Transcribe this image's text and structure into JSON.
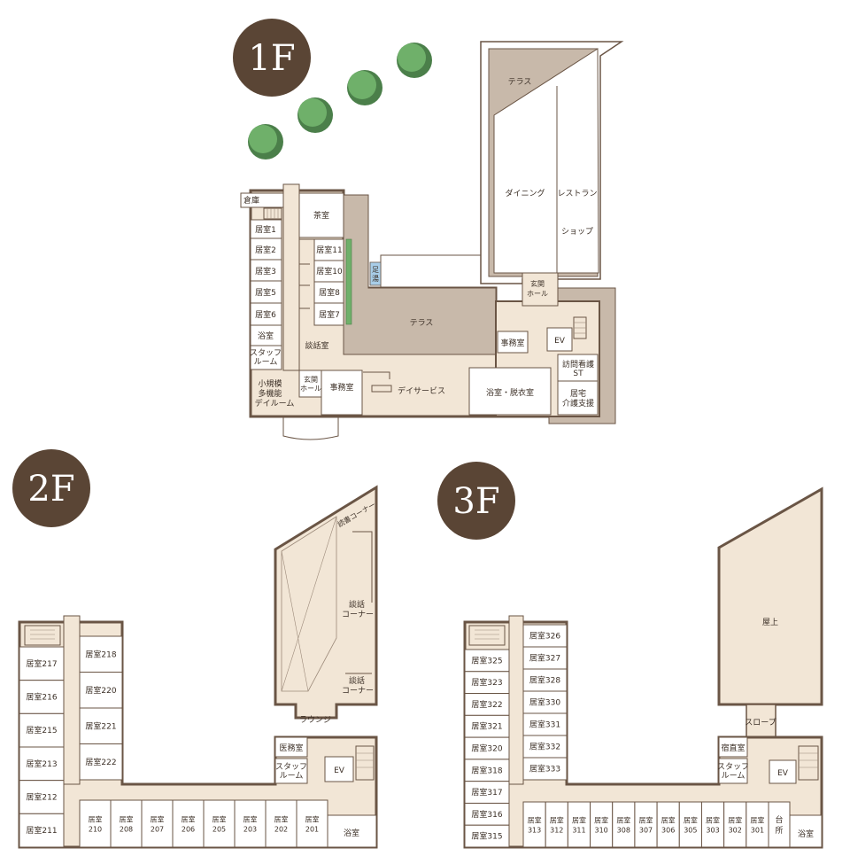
{
  "floors": {
    "f1": {
      "badge": "1F",
      "labels": {
        "terrace_top": "テラス",
        "dining": "ダイニング",
        "restaurant": "レストラン",
        "shop": "ショップ",
        "storage": "倉庫",
        "tea_room": "茶室",
        "room1": "居室1",
        "room2": "居室2",
        "room3": "居室3",
        "room5": "居室5",
        "room6": "居室6",
        "bath": "浴室",
        "staff_room_1": "スタッフ",
        "staff_room_2": "ルーム",
        "room11": "居室11",
        "room10": "居室10",
        "room8": "居室8",
        "room7": "居室7",
        "foot_bath_1": "足",
        "foot_bath_2": "湯",
        "lounge": "談話室",
        "terrace_mid": "テラス",
        "entrance_hall_1": "玄関",
        "entrance_hall_2": "ホール",
        "office_right": "事務室",
        "ev": "EV",
        "visit_nursing_1": "訪問看護",
        "visit_nursing_2": "ST",
        "small_multi_1": "小規模",
        "small_multi_2": "多機能",
        "small_multi_3": "デイルーム",
        "entrance_small_1": "玄関",
        "entrance_small_2": "ホール",
        "office_left": "事務室",
        "day_service": "デイサービス",
        "bath_dressing": "浴室・脱衣室",
        "home_care_1": "居宅",
        "home_care_2": "介護支援"
      }
    },
    "f2": {
      "badge": "2F",
      "labels": {
        "reading_corner": "読書コーナー",
        "talk_corner_a_1": "談話",
        "talk_corner_a_2": "コーナー",
        "talk_corner_b_1": "談話",
        "talk_corner_b_2": "コーナー",
        "lounge": "ラウンジ",
        "medical_office": "医務室",
        "staff_room_1": "スタッフ",
        "staff_room_2": "ルーム",
        "ev": "EV",
        "bath": "浴室"
      },
      "left_rooms": [
        "居室217",
        "居室216",
        "居室215",
        "居室213",
        "居室212",
        "居室211"
      ],
      "inner_rooms": [
        "居室218",
        "居室220",
        "居室221",
        "居室222"
      ],
      "bottom_rooms": [
        [
          "居室",
          "210"
        ],
        [
          "居室",
          "208"
        ],
        [
          "居室",
          "207"
        ],
        [
          "居室",
          "206"
        ],
        [
          "居室",
          "205"
        ],
        [
          "居室",
          "203"
        ],
        [
          "居室",
          "202"
        ],
        [
          "居室",
          "201"
        ]
      ]
    },
    "f3": {
      "badge": "3F",
      "labels": {
        "rooftop": "屋上",
        "slope": "スロープ",
        "night_duty": "宿直室",
        "staff_room_1": "スタッフ",
        "staff_room_2": "ルーム",
        "ev": "EV",
        "kitchen_1": "台",
        "kitchen_2": "所",
        "bath": "浴室"
      },
      "left_rooms": [
        "居室325",
        "居室323",
        "居室322",
        "居室321",
        "居室320",
        "居室318",
        "居室317",
        "居室316",
        "居室315"
      ],
      "inner_rooms": [
        "居室326",
        "居室327",
        "居室328",
        "居室330",
        "居室331",
        "居室332",
        "居室333"
      ],
      "bottom_rooms": [
        [
          "居室",
          "313"
        ],
        [
          "居室",
          "312"
        ],
        [
          "居室",
          "311"
        ],
        [
          "居室",
          "310"
        ],
        [
          "居室",
          "308"
        ],
        [
          "居室",
          "307"
        ],
        [
          "居室",
          "306"
        ],
        [
          "居室",
          "305"
        ],
        [
          "居室",
          "303"
        ],
        [
          "居室",
          "302"
        ],
        [
          "居室",
          "301"
        ]
      ]
    }
  },
  "colors": {
    "badge": "#5a4535",
    "floor_fill": "#f2e6d6",
    "wall": "#6a5545",
    "terrace": "#c8b9aa",
    "tree": "#6fb06a",
    "foot_bath": "#a8cde8"
  }
}
